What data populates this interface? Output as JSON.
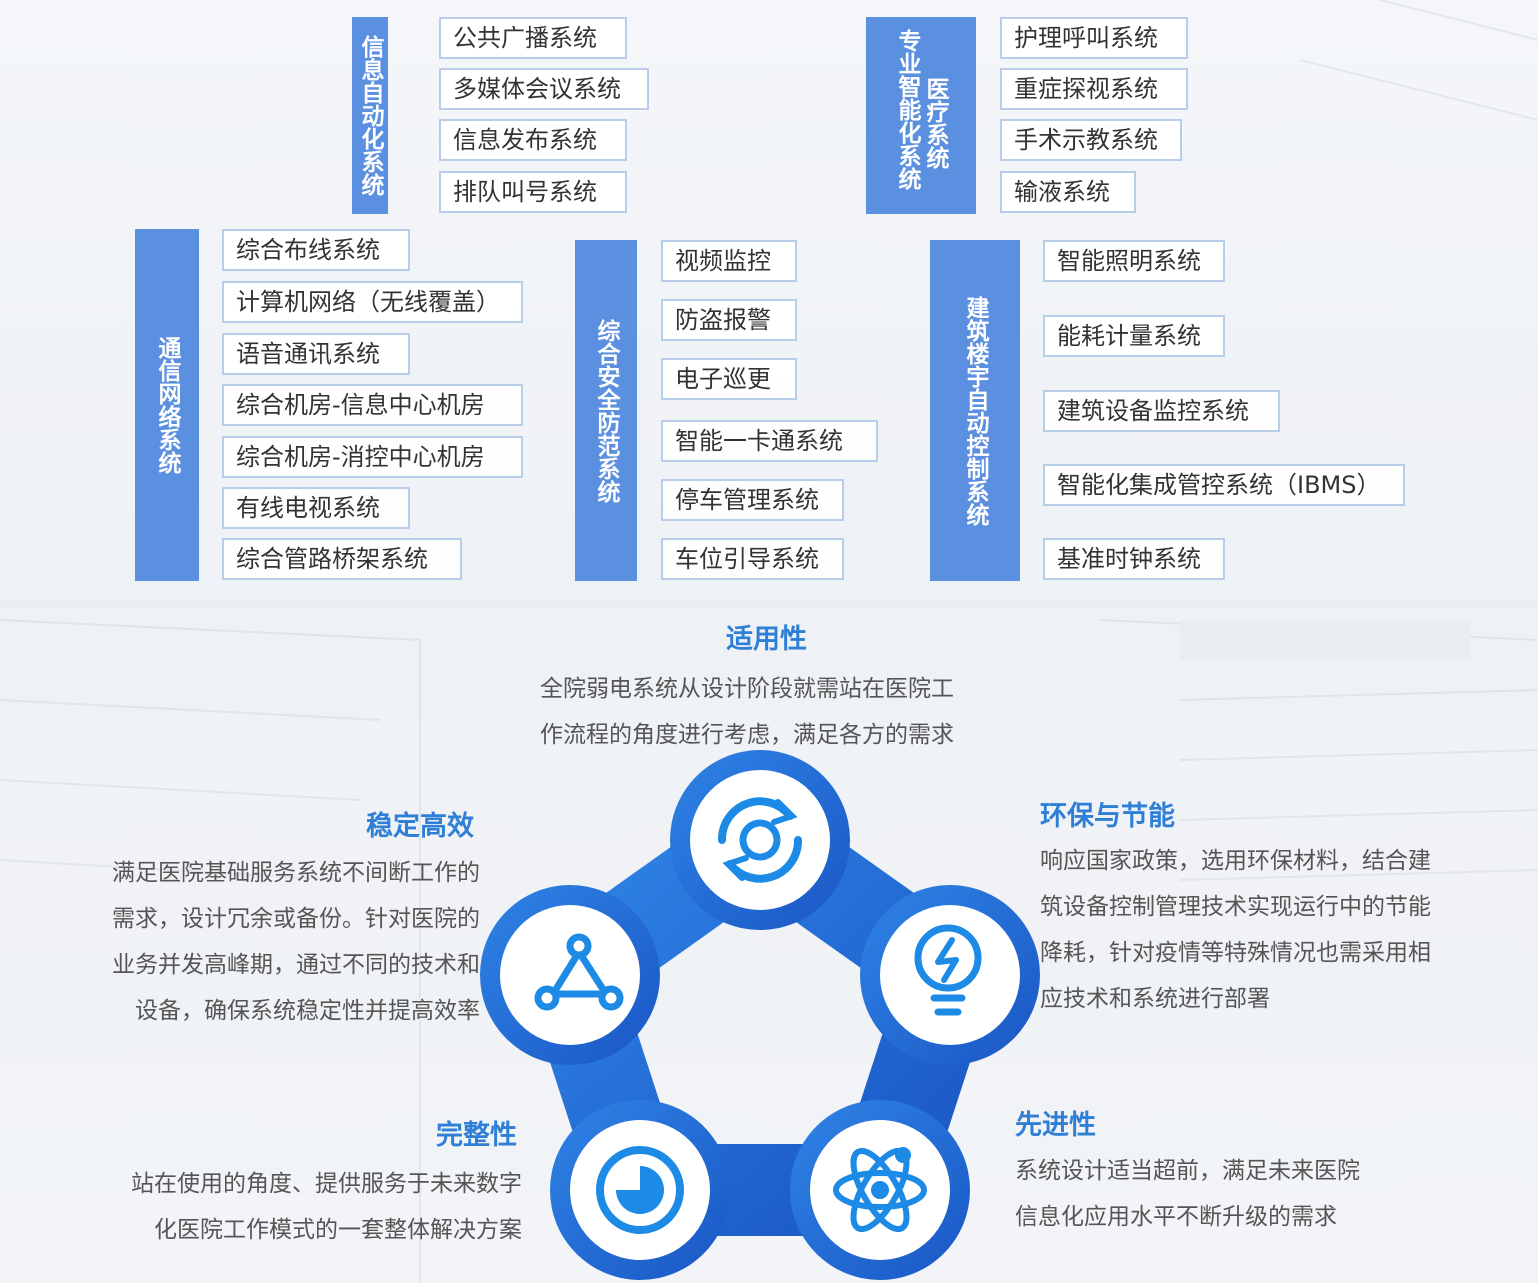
{
  "categories": [
    {
      "id": "info",
      "label": "信息自动化系统",
      "items": [
        "公共广播系统",
        "多媒体会议系统",
        "信息发布系统",
        "排队叫号系统"
      ]
    },
    {
      "id": "medical",
      "label_col1": "专业智能化系统",
      "label_col2": "医疗系统",
      "items": [
        "护理呼叫系统",
        "重症探视系统",
        "手术示教系统",
        "输液系统"
      ]
    },
    {
      "id": "comm",
      "label": "通信网络系统",
      "items": [
        "综合布线系统",
        "计算机网络（无线覆盖）",
        "语音通讯系统",
        "综合机房-信息中心机房",
        "综合机房-消控中心机房",
        "有线电视系统",
        "综合管路桥架系统"
      ]
    },
    {
      "id": "security",
      "label": "综合安全防范系统",
      "items": [
        "视频监控",
        "防盗报警",
        "电子巡更",
        "智能一卡通系统",
        "停车管理系统",
        "车位引导系统"
      ]
    },
    {
      "id": "building",
      "label": "建筑楼宇自动控制系统",
      "items": [
        "智能照明系统",
        "能耗计量系统",
        "建筑设备监控系统",
        "智能化集成管控系统（IBMS）",
        "基准时钟系统"
      ]
    }
  ],
  "principles": {
    "applicability": {
      "title": "适用性",
      "lines": [
        "全院弱电系统从设计阶段就需站在医院工",
        "作流程的角度进行考虑，满足各方的需求"
      ]
    },
    "stability": {
      "title": "稳定高效",
      "lines": [
        "满足医院基础服务系统不间断工作的",
        "需求，设计冗余或备份。针对医院的",
        "业务并发高峰期，通过不同的技术和",
        "设备，确保系统稳定性并提高效率"
      ]
    },
    "green": {
      "title": "环保与节能",
      "lines": [
        "响应国家政策，选用环保材料，结合建",
        "筑设备控制管理技术实现运行中的节能",
        "降耗，针对疫情等特殊情况也需采用相",
        "应技术和系统进行部署"
      ]
    },
    "integrity": {
      "title": "完整性",
      "lines": [
        "站在使用的角度、提供服务于未来数字",
        "化医院工作模式的一套整体解决方案"
      ]
    },
    "advanced": {
      "title": "先进性",
      "lines": [
        "系统设计适当超前，满足未来医院",
        "信息化应用水平不断升级的需求"
      ]
    }
  },
  "colors": {
    "category_fill": "#5b8fe0",
    "item_border": "#b7cdea",
    "ring_dark": "#1e5fcc",
    "ring_light": "#2f84e6",
    "title_blue": "#2f7fd6",
    "icon_blue": "#1d8be6"
  },
  "icons": [
    "refresh-icon",
    "lightning-bulb-icon",
    "atom-icon",
    "pie-chart-icon",
    "triangle-network-icon"
  ]
}
